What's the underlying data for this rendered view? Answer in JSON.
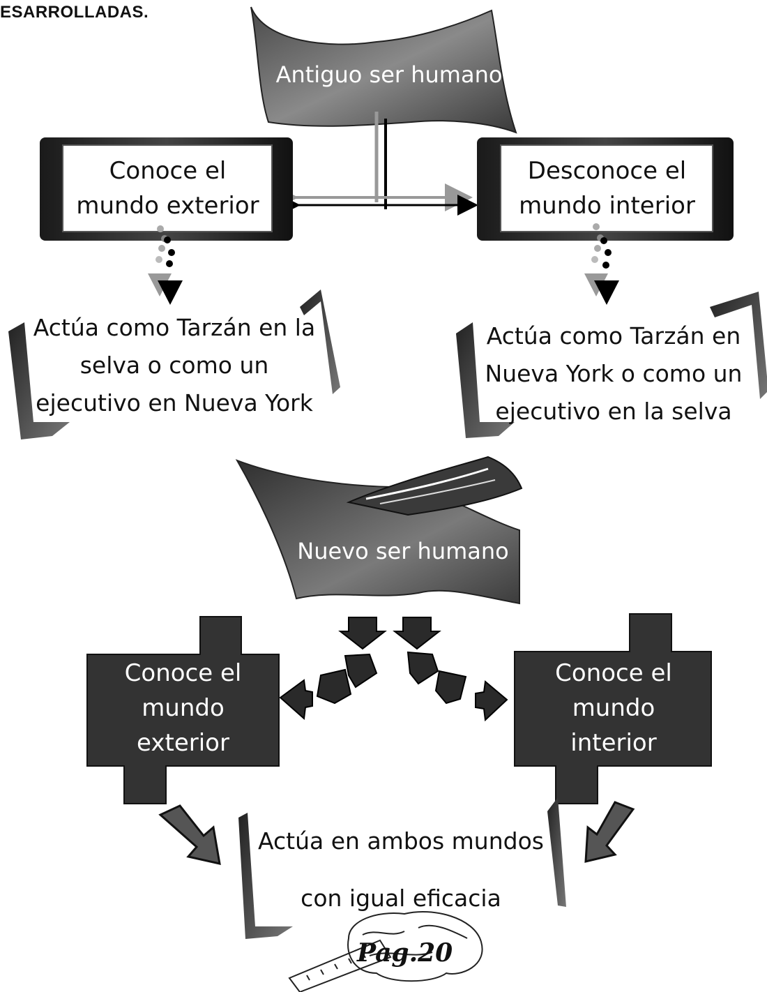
{
  "header": {
    "text": "ESARROLLADAS."
  },
  "old_human": {
    "title": "Antiguo ser humano",
    "left_box": "Conoce el mundo exterior",
    "right_box": "Desconoce el mundo interior",
    "left_result": [
      "Actúa como Tarzán en la",
      "selva o como un",
      "ejecutivo en Nueva York"
    ],
    "right_result": [
      "Actúa como Tarzán en",
      "Nueva York o como un",
      "ejecutivo en la selva"
    ]
  },
  "new_human": {
    "title": "Nuevo ser humano",
    "left_box": [
      "Conoce el",
      "mundo",
      "exterior"
    ],
    "right_box": [
      "Conoce el",
      "mundo",
      "interior"
    ],
    "result": [
      "Actúa en ambos mundos",
      "con igual eficacia"
    ]
  },
  "footer": {
    "page": "Pag.20"
  }
}
